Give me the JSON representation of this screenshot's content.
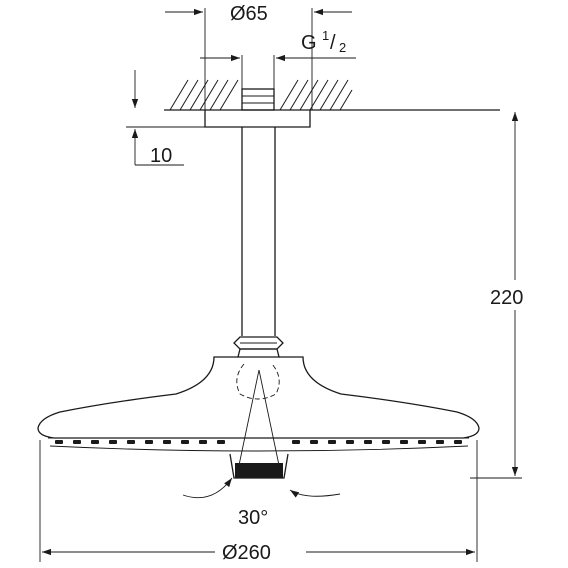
{
  "dimensions": {
    "flange_diameter": "Ø65",
    "thread_letter": "G",
    "thread_numerator": "1",
    "thread_slash": "/",
    "thread_denominator": "2",
    "ceiling_gap": "10",
    "height": "220",
    "spray_angle": "30°",
    "head_diameter": "Ø260"
  },
  "colors": {
    "line": "#1a1a1a",
    "background": "#ffffff"
  }
}
